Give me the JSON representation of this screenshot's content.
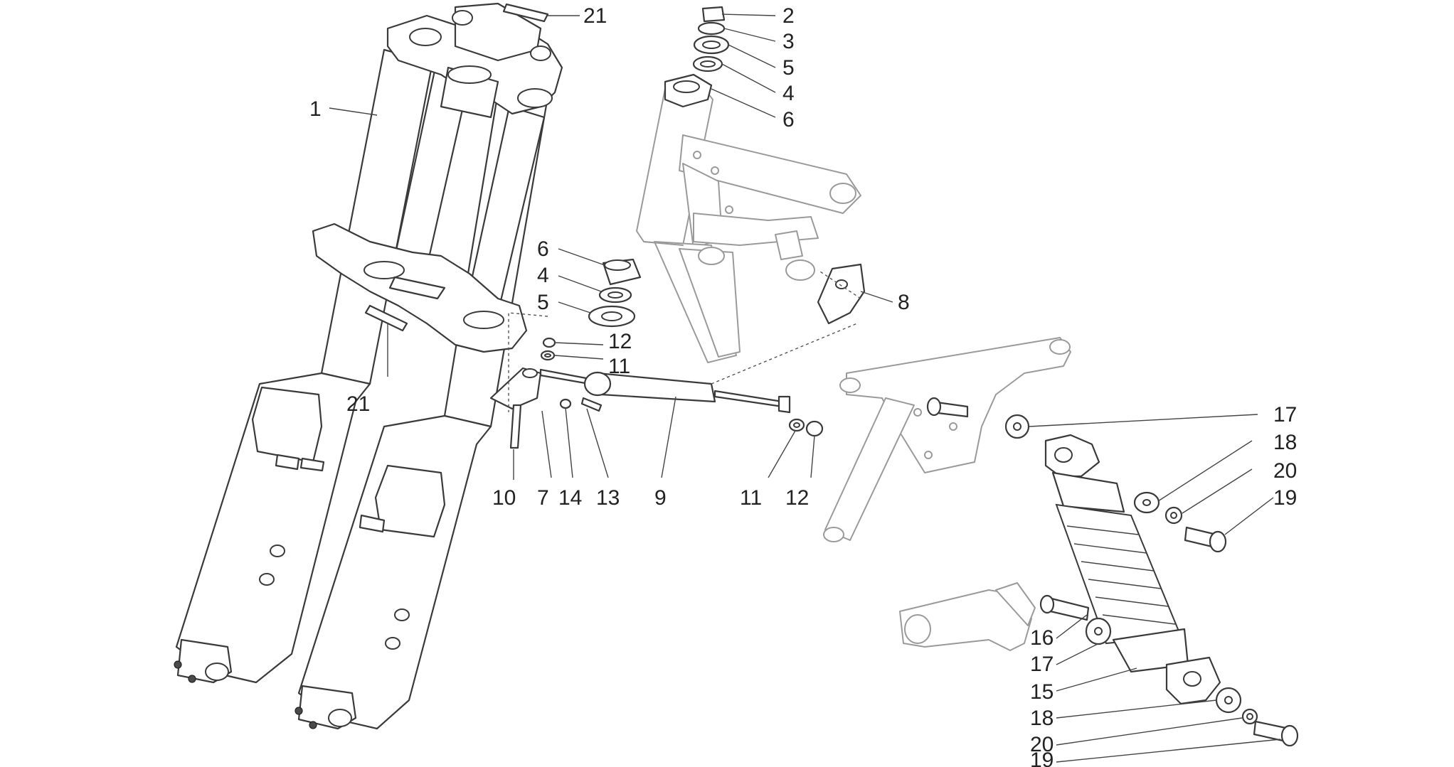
{
  "callouts": [
    {
      "id": "c1",
      "text": "1"
    },
    {
      "id": "c21a",
      "text": "21"
    },
    {
      "id": "c21b",
      "text": "21"
    },
    {
      "id": "c2",
      "text": "2"
    },
    {
      "id": "c3",
      "text": "3"
    },
    {
      "id": "c5a",
      "text": "5"
    },
    {
      "id": "c4a",
      "text": "4"
    },
    {
      "id": "c6a",
      "text": "6"
    },
    {
      "id": "c6b",
      "text": "6"
    },
    {
      "id": "c4b",
      "text": "4"
    },
    {
      "id": "c5b",
      "text": "5"
    },
    {
      "id": "c8",
      "text": "8"
    },
    {
      "id": "c12a",
      "text": "12"
    },
    {
      "id": "c11a",
      "text": "11"
    },
    {
      "id": "c10",
      "text": "10"
    },
    {
      "id": "c7",
      "text": "7"
    },
    {
      "id": "c14",
      "text": "14"
    },
    {
      "id": "c13",
      "text": "13"
    },
    {
      "id": "c9",
      "text": "9"
    },
    {
      "id": "c11b",
      "text": "11"
    },
    {
      "id": "c12b",
      "text": "12"
    },
    {
      "id": "c17a",
      "text": "17"
    },
    {
      "id": "c18a",
      "text": "18"
    },
    {
      "id": "c20a",
      "text": "20"
    },
    {
      "id": "c19a",
      "text": "19"
    },
    {
      "id": "c16",
      "text": "16"
    },
    {
      "id": "c17b",
      "text": "17"
    },
    {
      "id": "c15",
      "text": "15"
    },
    {
      "id": "c18b",
      "text": "18"
    },
    {
      "id": "c20b",
      "text": "20"
    },
    {
      "id": "c19b",
      "text": "19"
    }
  ]
}
